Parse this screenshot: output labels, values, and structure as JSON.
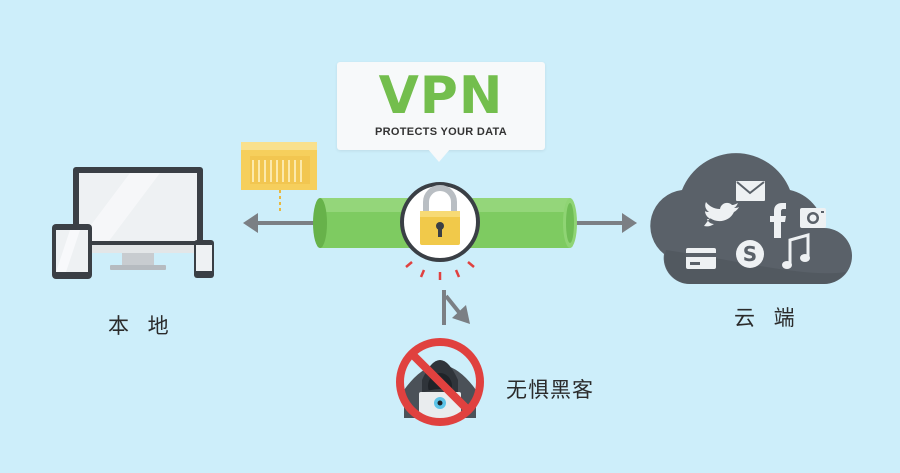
{
  "callout": {
    "title": "VPN",
    "subtitle": "PROTECTS YOUR DATA"
  },
  "labels": {
    "local": "本 地",
    "cloud": "云 端",
    "hacker": "无惧黑客"
  },
  "icons": [
    "monitor-icon",
    "tablet-icon",
    "phone-icon",
    "folder-icon",
    "padlock-icon",
    "cloud-icon",
    "mail-icon",
    "twitter-icon",
    "facebook-icon",
    "camera-icon",
    "credit-card-icon",
    "skype-icon",
    "music-note-icon",
    "hacker-icon",
    "prohibited-icon"
  ],
  "colors": {
    "background": "#cdeefa",
    "vpn_green": "#73be4d",
    "tunnel_green": "#7ecb61",
    "lock_gold": "#f1c94a",
    "prohibit_red": "#e0413f",
    "cloud_gray": "#5a6169",
    "arrow_gray": "#7b7f84"
  }
}
